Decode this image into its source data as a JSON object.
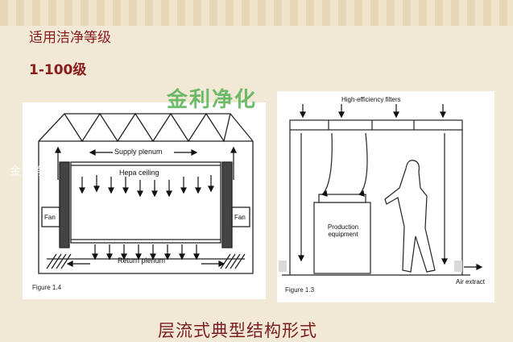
{
  "header": {
    "title": "适用洁净等级",
    "level": "1-100级"
  },
  "watermark": {
    "main": "金利净化",
    "left": "金利净化"
  },
  "figure_left": {
    "supply": "Supply plenum",
    "hepa": "Hepa ceiling",
    "return": "Return plenum",
    "fan_left": "Fan",
    "fan_right": "Fan",
    "figure": "Figure 1.4"
  },
  "figure_right": {
    "filters": "High-efficiency filters",
    "equipment": "Production equipment",
    "air": "Air extract",
    "figure": "Figure 1.3"
  },
  "caption": "层流式典型结构形式"
}
